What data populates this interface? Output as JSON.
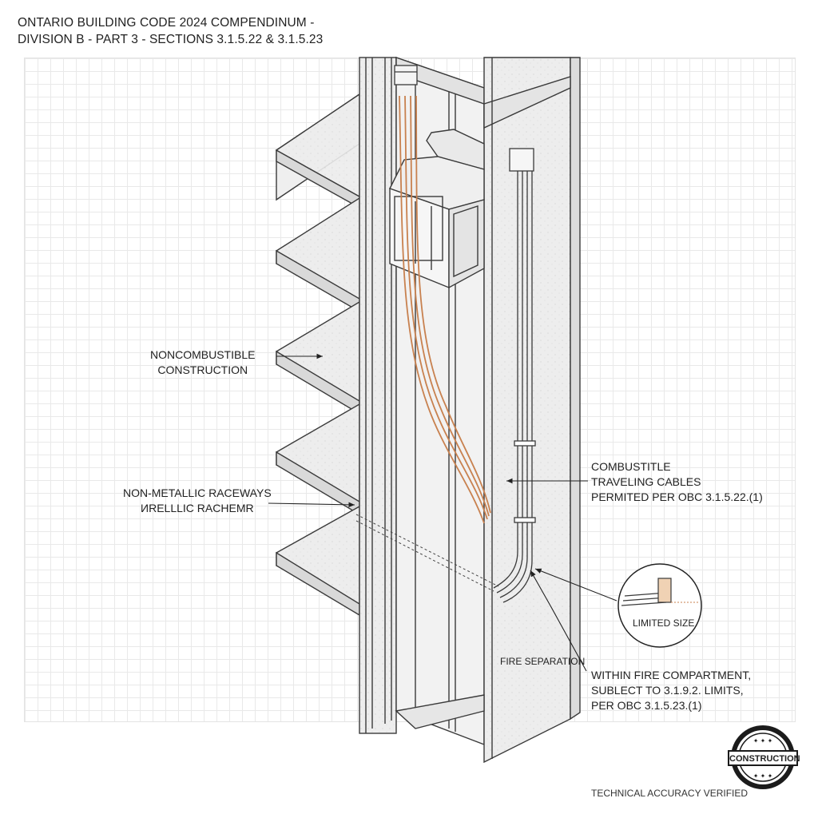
{
  "header": {
    "line1": "ONTARIO BUILDING CODE 2024 COMPENDINUM -",
    "line2": "DIVISION B - PART 3 - SECTIONS 3.1.5.22 & 3.1.5.23"
  },
  "labels": {
    "noncombustible": [
      "NONCOMBUSTIBLE",
      "CONSTRUCTION"
    ],
    "raceways": [
      "NON-METALLIC RACEWAYS",
      "ИRELLLIC RACHEMR"
    ],
    "cables": [
      "COMBUSTITLE",
      "TRAVELING CABLES",
      "PERMITED PER OBC 3.1.5.22.(1)"
    ],
    "limited_size": "LIMITED SIZE",
    "fire_separation": "FIRE SEPARATION",
    "compartment": [
      "WITHIN FIRE COMPARTMENT,",
      "SUBLECT TO 3.1.9.2. LIMITS,",
      "PER OBC 3.1.5.23.(1)"
    ]
  },
  "seal": {
    "text": "CONSTRUCTION"
  },
  "footer": {
    "text": "TECHNICAL ACCURACY VERIFIED"
  },
  "colors": {
    "cable": "#c8814f",
    "line": "#3a3a3a",
    "concrete": "#ececec",
    "paper": "#ffffff"
  }
}
